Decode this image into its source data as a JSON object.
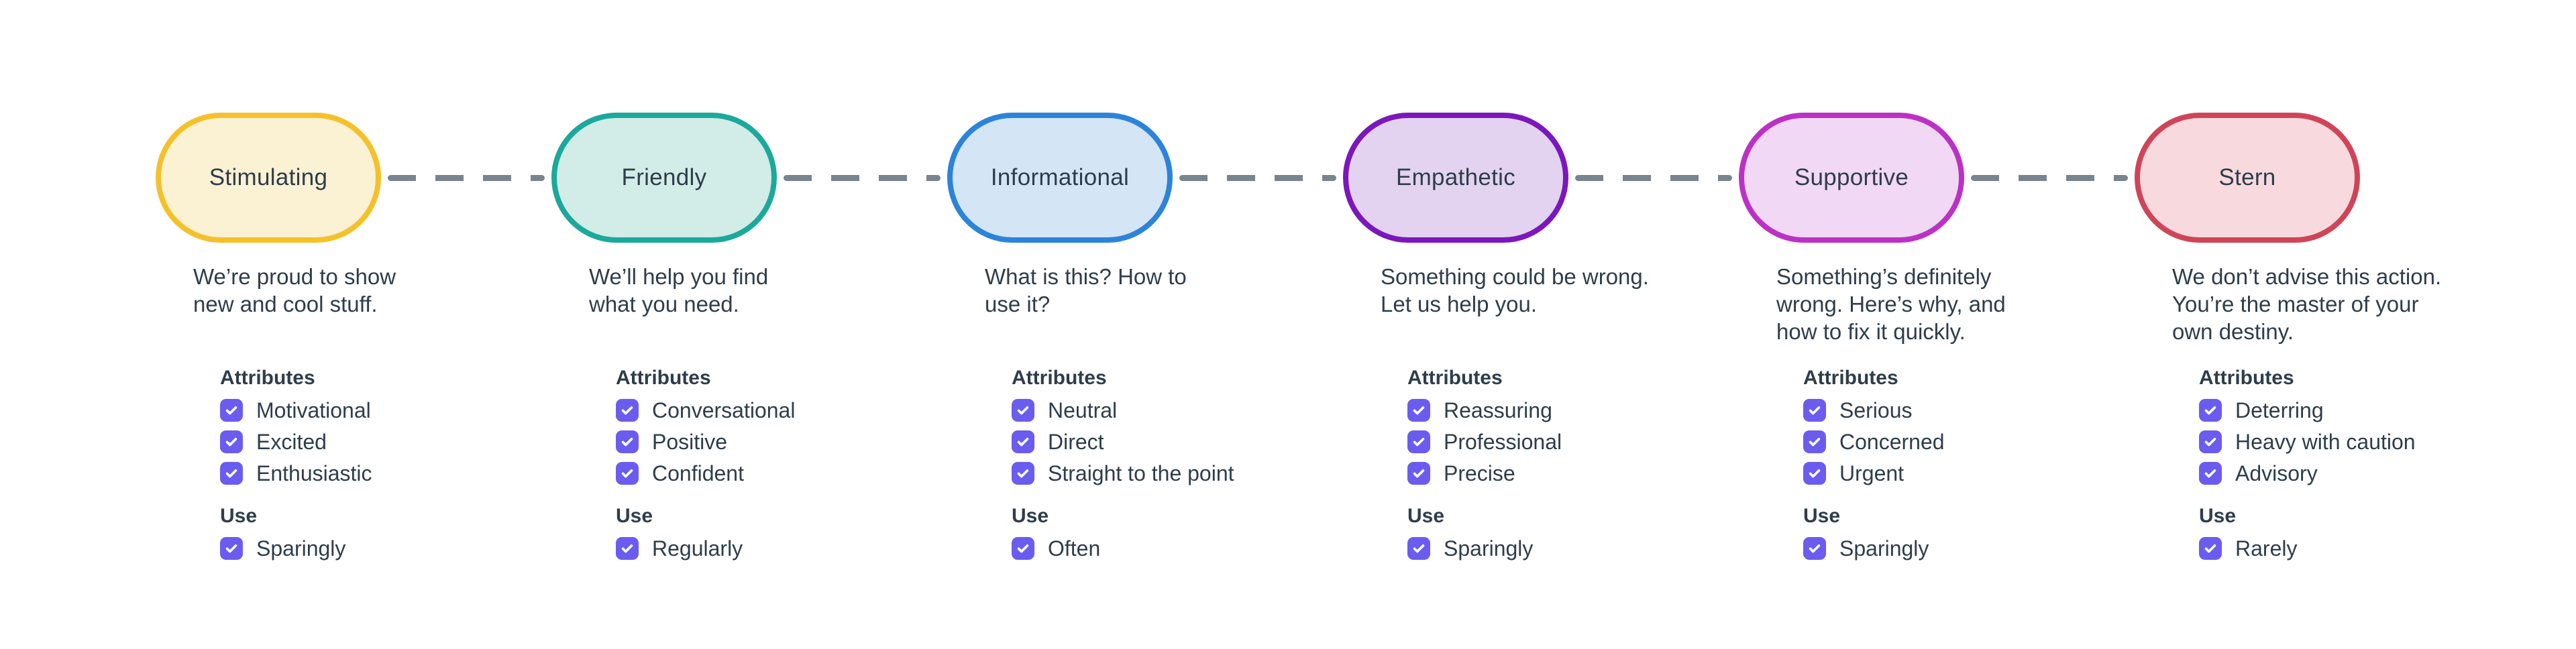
{
  "page": {
    "background": "#FFFFFF",
    "text_color": "#2E3D4B"
  },
  "connector": {
    "color": "#78848E",
    "style": "dashed"
  },
  "checkbox": {
    "color": "#6B5CF0",
    "check_icon": "checkmark"
  },
  "sections": {
    "attributes_label": "Attributes",
    "use_label": "Use"
  },
  "columns": [
    {
      "label": "Stimulating",
      "description": "We’re proud to show\nnew and cool stuff.",
      "colors": {
        "fill": "#FBF1D3",
        "border": "#F5C12B"
      },
      "attributes": [
        "Motivational",
        "Excited",
        "Enthusiastic"
      ],
      "use": "Sparingly"
    },
    {
      "label": "Friendly",
      "description": "We’ll help you find\nwhat you need.",
      "colors": {
        "fill": "#D2ECE7",
        "border": "#1BA99B"
      },
      "attributes": [
        "Conversational",
        "Positive",
        "Confident"
      ],
      "use": "Regularly"
    },
    {
      "label": "Informational",
      "description": "What is this? How to\nuse it?",
      "colors": {
        "fill": "#D4E5F5",
        "border": "#2C83DA"
      },
      "attributes": [
        "Neutral",
        "Direct",
        "Straight to the point"
      ],
      "use": "Often"
    },
    {
      "label": "Empathetic",
      "description": "Something could be wrong.\nLet us help you.",
      "colors": {
        "fill": "#E3D3F0",
        "border": "#7B17BC"
      },
      "attributes": [
        "Reassuring",
        "Professional",
        "Precise"
      ],
      "use": "Sparingly"
    },
    {
      "label": "Supportive",
      "description": "Something’s definitely\nwrong. Here’s why, and\nhow to fix it quickly.",
      "colors": {
        "fill": "#F1D8F4",
        "border": "#BC31C5"
      },
      "attributes": [
        "Serious",
        "Concerned",
        "Urgent"
      ],
      "use": "Sparingly"
    },
    {
      "label": "Stern",
      "description": "We don’t advise this action.\nYou’re the master of your\nown destiny.",
      "colors": {
        "fill": "#F8DADE",
        "border": "#D04458"
      },
      "attributes": [
        "Deterring",
        "Heavy with caution",
        "Advisory"
      ],
      "use": "Rarely"
    }
  ]
}
